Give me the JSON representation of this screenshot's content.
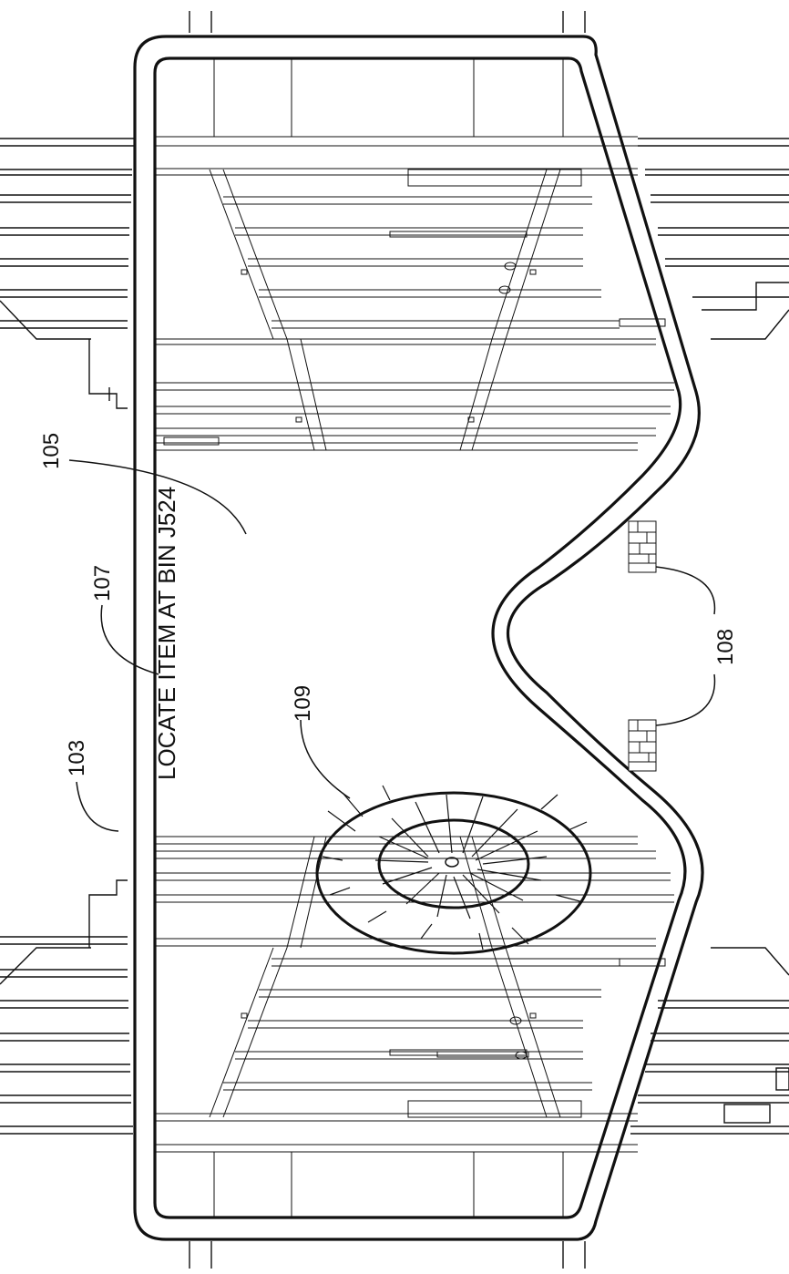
{
  "figure": {
    "hud_message": "LOCATE ITEM AT BIN J524",
    "refs": {
      "lens_frame": "103",
      "display_area": "105",
      "message": "107",
      "nose_pads": "108",
      "target_marker": "109"
    }
  }
}
